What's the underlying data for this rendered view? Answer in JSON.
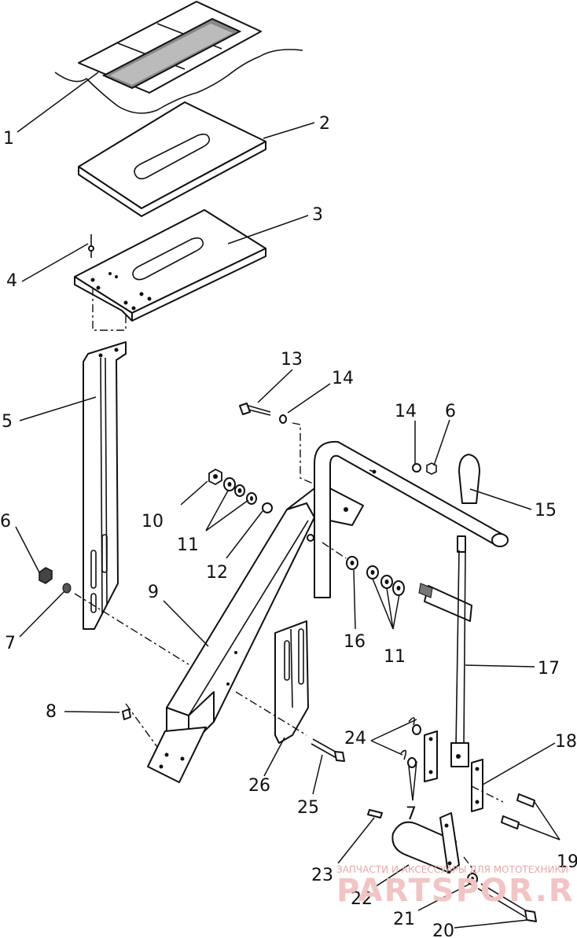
{
  "labels": {
    "l1": "1",
    "l2": "2",
    "l3": "3",
    "l4": "4",
    "l5": "5",
    "l6a": "6",
    "l6b": "6",
    "l7a": "7",
    "l7b": "7",
    "l8": "8",
    "l9": "9",
    "l10": "10",
    "l11a": "11",
    "l11b": "11",
    "l12": "12",
    "l13": "13",
    "l14a": "14",
    "l14b": "14",
    "l15": "15",
    "l16": "16",
    "l17": "17",
    "l18": "18",
    "l19": "19",
    "l20": "20",
    "l21": "21",
    "l22": "22",
    "l23": "23",
    "l24": "24",
    "l25": "25",
    "l26": "26"
  },
  "watermark": {
    "tagline": "ЗАПЧАСТИ И АКСЕССУАРЫ ДЛЯ МОТОТЕХНИКИ",
    "brand": "PARTSPOR.RU"
  }
}
